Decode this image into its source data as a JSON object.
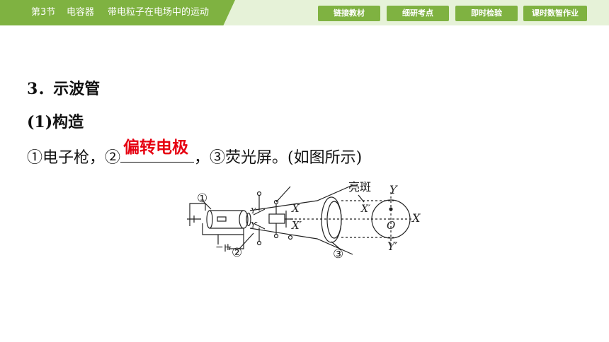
{
  "header": {
    "section": "第3节",
    "chapter": "电容器",
    "topic": "带电粒子在电场中的运动",
    "nav": [
      "链接教材",
      "细研考点",
      "即时检验",
      "课时数智作业"
    ]
  },
  "content": {
    "heading": "3．示波管",
    "subheading": "(1)构造",
    "line_prefix": "①电子枪，②",
    "answer": "偏转电极",
    "line_suffix": "，③荧光屏。(如图所示)"
  },
  "diagram": {
    "label_1": "①",
    "label_2": "②",
    "label_3": "③",
    "label_spot": "亮斑",
    "label_Y": "Y",
    "label_Y_prime_small": "Y′",
    "label_X": "X",
    "label_X_prime": "X′",
    "label_X_prime_screen": "X′",
    "label_O": "O",
    "label_X_axis": "X",
    "label_Y_axis": "Y",
    "label_Y_prime_axis": "Y′",
    "label_minus": "−",
    "label_plus": "+"
  },
  "colors": {
    "accent": "#7fb241",
    "header_bg": "#e6f2d8",
    "answer": "#e60012"
  }
}
